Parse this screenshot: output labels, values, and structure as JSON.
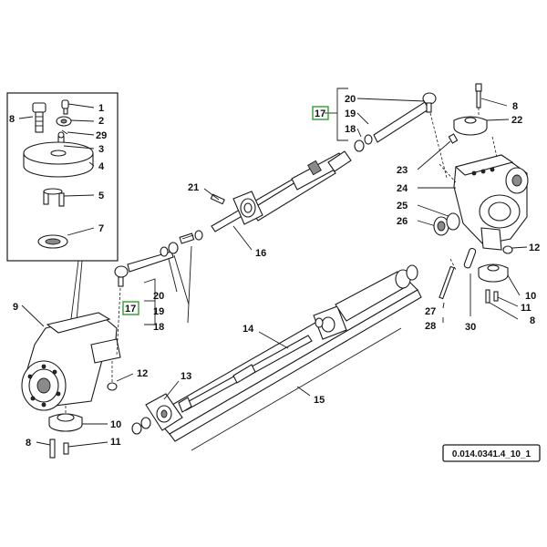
{
  "diagram": {
    "reference_code": "0.014.0341.4_10_1",
    "highlight_color": "#2f9e2f",
    "inset_labels": [
      "1",
      "2",
      "29",
      "3",
      "4",
      "5",
      "7",
      "8"
    ],
    "callouts": {
      "c1": "1",
      "c2": "2",
      "c29": "29",
      "c3": "3",
      "c4": "4",
      "c5": "5",
      "c7": "7",
      "c8a": "8",
      "c9": "9",
      "c12a": "12",
      "c10a": "10",
      "c11a": "11",
      "c8b": "8",
      "c13": "13",
      "c14": "14",
      "c15": "15",
      "c16": "16",
      "c21": "21",
      "c17a": "17",
      "c20a": "20",
      "c19a": "19",
      "c18a": "18",
      "c17b": "17",
      "c20b": "20",
      "c19b": "19",
      "c18b": "18",
      "c8c": "8",
      "c22": "22",
      "c23": "23",
      "c24": "24",
      "c25": "25",
      "c26": "26",
      "c12b": "12",
      "c10b": "10",
      "c11b": "11",
      "c8d": "8",
      "c27": "27",
      "c28": "28",
      "c30": "30"
    }
  }
}
